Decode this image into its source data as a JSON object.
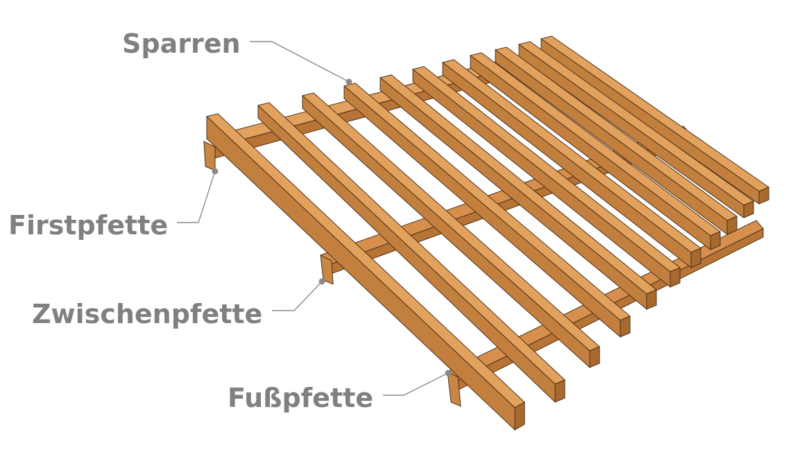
{
  "labels": {
    "sparren": "Sparren",
    "firstpfette": "Firstpfette",
    "zwischenpfette": "Zwischenpfette",
    "fusspfette": "Fußpfette"
  },
  "colors": {
    "wood_top": "#E3A15E",
    "wood_side": "#C27F3E",
    "wood_dark": "#A8692E",
    "edge": "#4a3018",
    "label": "#808080",
    "leader": "#8a8a8a"
  },
  "rafter_count": 11
}
